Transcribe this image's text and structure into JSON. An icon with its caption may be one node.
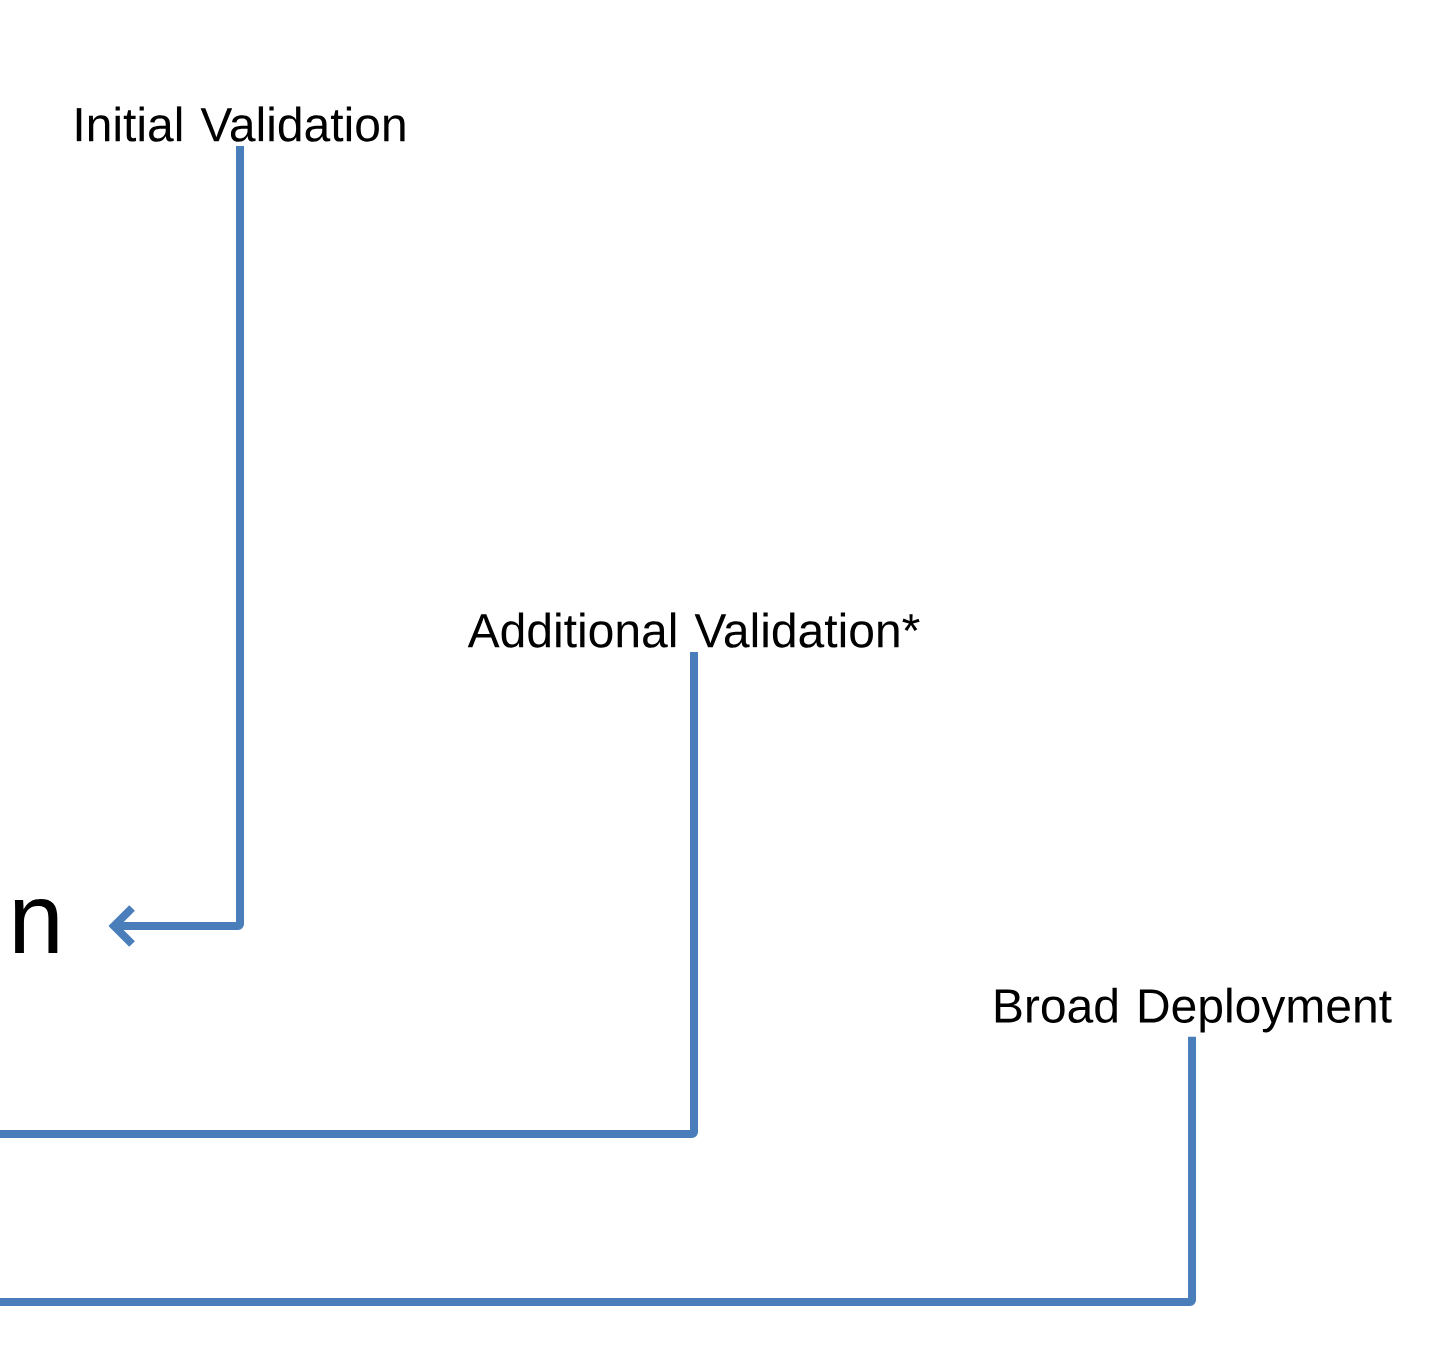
{
  "diagram": {
    "nodes": [
      {
        "text": [
          "Initial Validation"
        ]
      },
      {
        "text": [
          "Additional Validation*"
        ]
      },
      {
        "text": [
          "Broad Deployment"
        ]
      },
      {
        "text": [
          "n"
        ]
      }
    ],
    "edges": [
      {
        "from": 0,
        "to": 3,
        "arrow": "to"
      },
      {
        "from": 1,
        "to": null,
        "arrow": "none"
      },
      {
        "from": 2,
        "to": null,
        "arrow": "none"
      }
    ]
  }
}
